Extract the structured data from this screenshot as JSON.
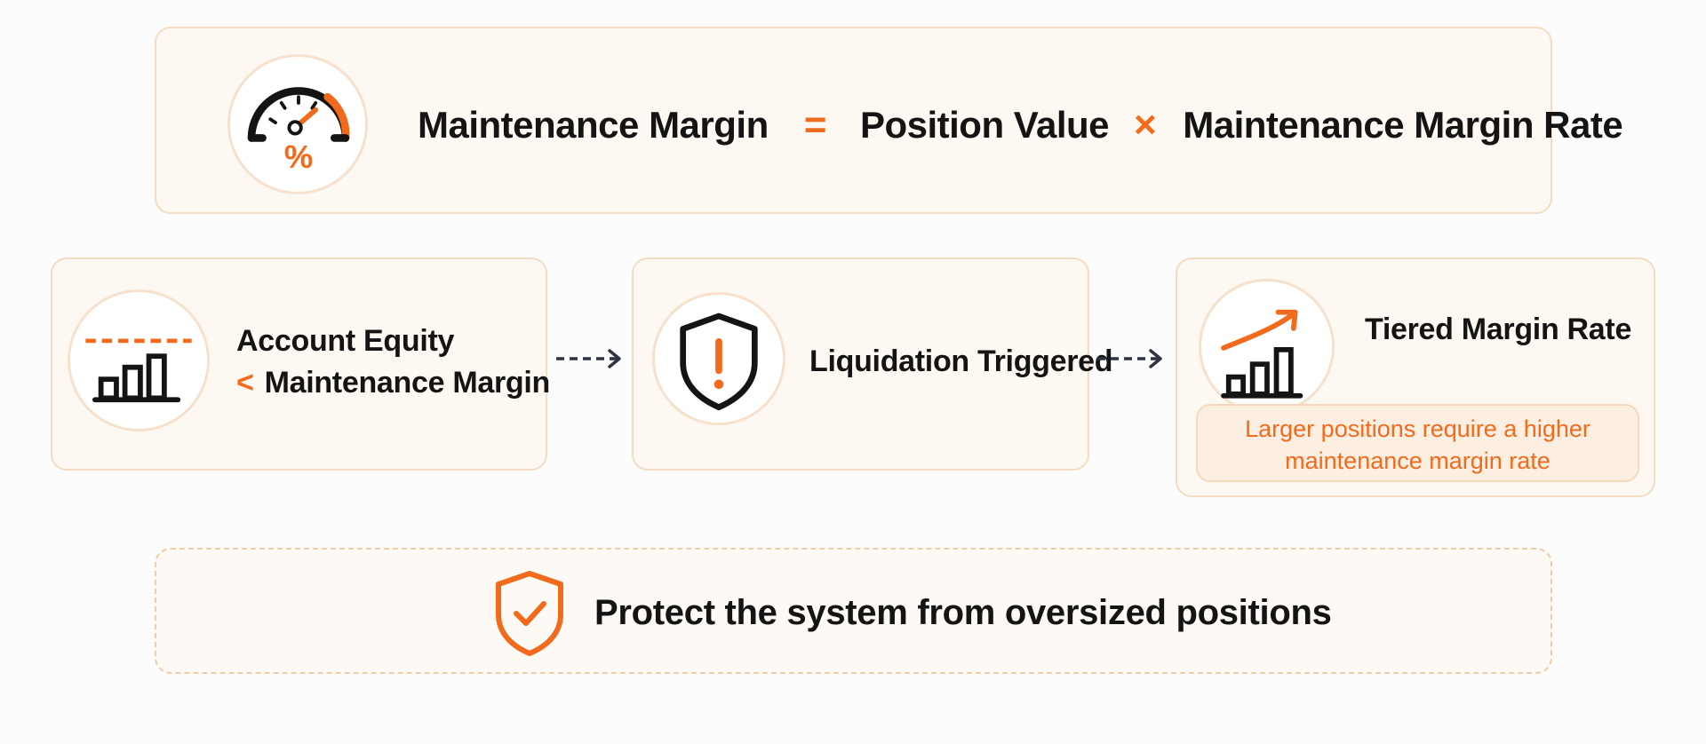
{
  "formula": {
    "lhs": "Maintenance Margin",
    "equals": "=",
    "term1": "Position Value",
    "times": "×",
    "term2": "Maintenance Margin Rate",
    "gauge_label": "%"
  },
  "steps": [
    {
      "line1": "Account Equity",
      "line2_symbol": "<",
      "line2": "Maintenance Margin"
    },
    {
      "title": "Liquidation Triggered",
      "icon_mark": "!"
    },
    {
      "title": "Tiered Margin Rate",
      "note": "Larger positions require a higher maintenance margin rate"
    }
  ],
  "summary": {
    "text": "Protect the system from oversized positions"
  },
  "colors": {
    "accent": "#f26a1b",
    "panel_bg": "#fdf8f2",
    "panel_border": "#f3dcc3",
    "text": "#141414"
  },
  "icons": [
    "gauge-icon",
    "bar-chart-threshold-icon",
    "shield-alert-icon",
    "growth-chart-icon",
    "shield-check-icon",
    "dashed-arrow-icon"
  ]
}
